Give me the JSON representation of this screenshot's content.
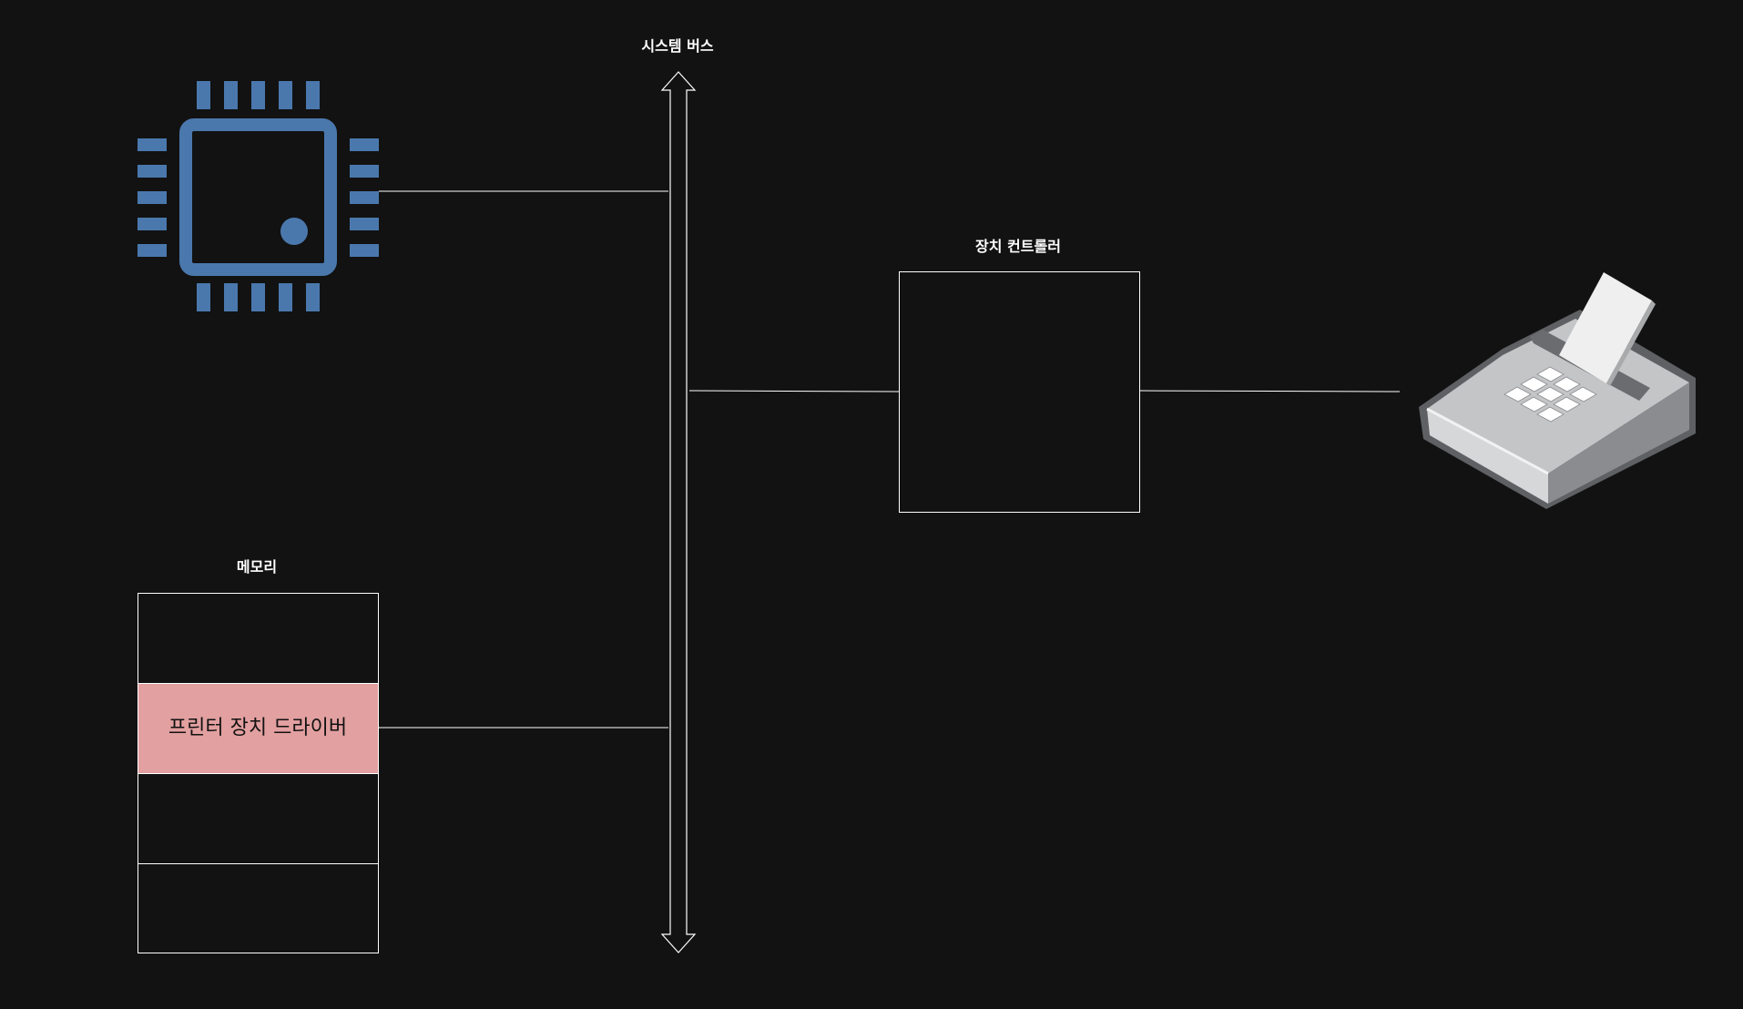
{
  "labels": {
    "system_bus": "시스템 버스",
    "device_controller": "장치 컨트롤러",
    "memory": "메모리"
  },
  "memory": {
    "cells": [
      {
        "text": "",
        "highlighted": false
      },
      {
        "text": "프린터 장치 드라이버",
        "highlighted": true
      },
      {
        "text": "",
        "highlighted": false
      },
      {
        "text": "",
        "highlighted": false
      }
    ]
  },
  "icons": {
    "cpu": "cpu-chip-icon",
    "printer": "printer-icon"
  },
  "colors": {
    "background": "#121212",
    "line": "#ffffff",
    "cpu": "#4a78ad",
    "highlight_cell": "#e2a0a0",
    "highlight_text": "#111111",
    "printer_light": "#c4c5c7",
    "printer_dark": "#8b8c8f",
    "printer_outline": "#5f6063"
  }
}
